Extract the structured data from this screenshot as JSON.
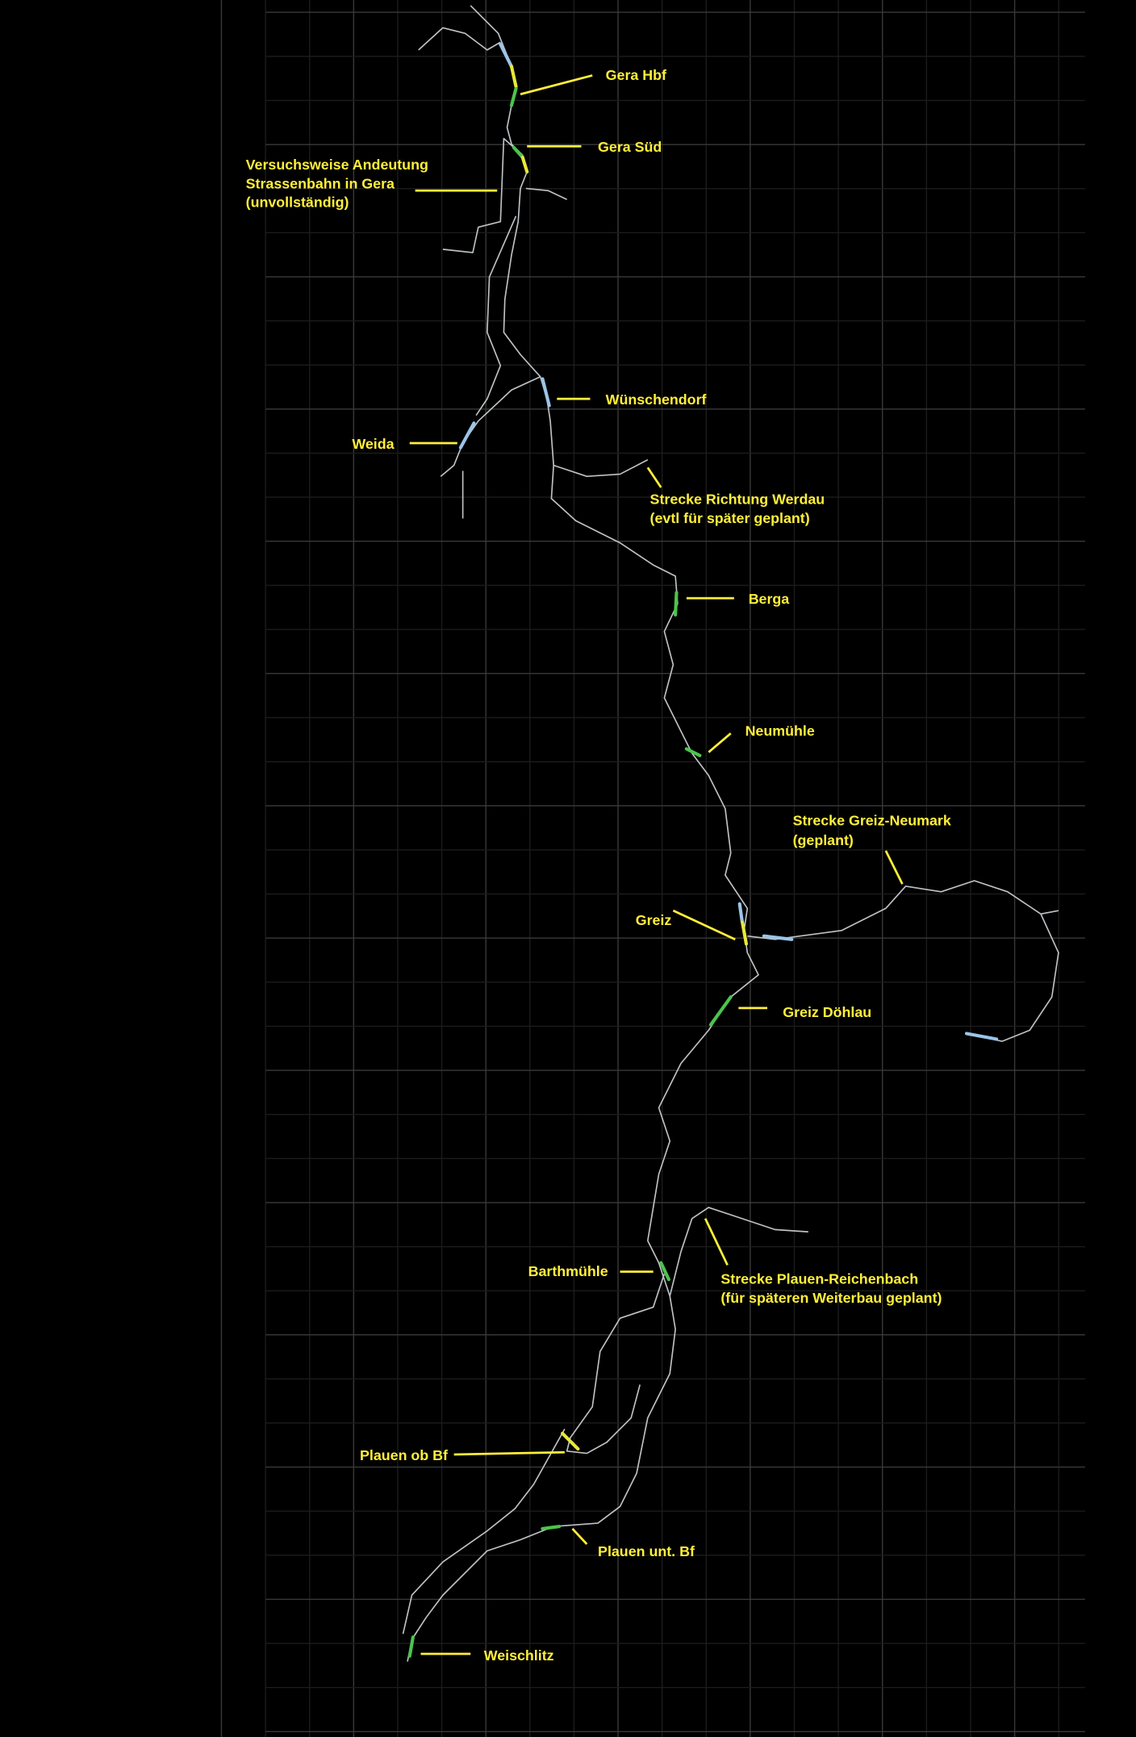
{
  "colors": {
    "background": "#000000",
    "label": "#ffef3a",
    "track": "#bfc3c6",
    "grid": "#2a2a2a",
    "station_yellow": "#e8e83a",
    "station_green": "#4cc44c",
    "station_blue": "#9cc4e8"
  },
  "labels": [
    {
      "id": "gera-hbf",
      "lines": [
        "Gera Hbf"
      ]
    },
    {
      "id": "gera-sued",
      "lines": [
        "Gera Süd"
      ]
    },
    {
      "id": "strassenbahn",
      "lines": [
        "Versuchsweise Andeutung",
        "Strassenbahn in Gera",
        "(unvollständig)"
      ]
    },
    {
      "id": "wuenschendorf",
      "lines": [
        "Wünschendorf"
      ]
    },
    {
      "id": "weida",
      "lines": [
        "Weida"
      ]
    },
    {
      "id": "werdau",
      "lines": [
        "Strecke Richtung Werdau",
        "(evtl für später geplant)"
      ]
    },
    {
      "id": "berga",
      "lines": [
        "Berga"
      ]
    },
    {
      "id": "neumuehle",
      "lines": [
        "Neumühle"
      ]
    },
    {
      "id": "greiz-neumark",
      "lines": [
        "Strecke Greiz-Neumark",
        "(geplant)"
      ]
    },
    {
      "id": "greiz",
      "lines": [
        "Greiz"
      ]
    },
    {
      "id": "greiz-doehlau",
      "lines": [
        "Greiz Döhlau"
      ]
    },
    {
      "id": "barthmuehle",
      "lines": [
        "Barthmühle"
      ]
    },
    {
      "id": "plauen-reichenbach",
      "lines": [
        "Strecke Plauen-Reichenbach",
        "(für späteren Weiterbau geplant)"
      ]
    },
    {
      "id": "plauen-ob-bf",
      "lines": [
        "Plauen ob Bf"
      ]
    },
    {
      "id": "plauen-unt-bf",
      "lines": [
        "Plauen unt. Bf"
      ]
    },
    {
      "id": "weischlitz",
      "lines": [
        "Weischlitz"
      ]
    }
  ]
}
